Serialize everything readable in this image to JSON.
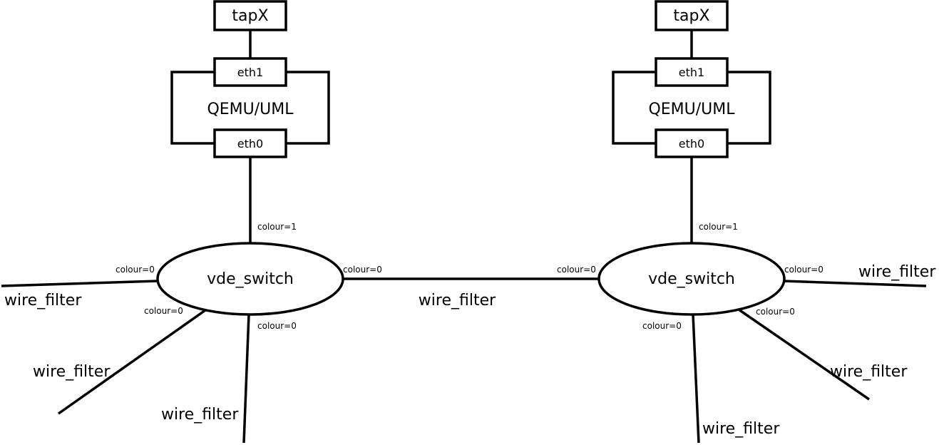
{
  "left": {
    "tap": "tapX",
    "vm": "QEMU/UML",
    "eth1": "eth1",
    "eth0": "eth0",
    "switch": "vde_switch",
    "colour_uplink": "colour=1",
    "colour_left": "colour=0",
    "colour_right": "colour=0",
    "colour_lower_left": "colour=0",
    "colour_lower": "colour=0",
    "wire_left": "wire_filter",
    "wire_lower_left": "wire_filter",
    "wire_lower": "wire_filter"
  },
  "right": {
    "tap": "tapX",
    "vm": "QEMU/UML",
    "eth1": "eth1",
    "eth0": "eth0",
    "switch": "vde_switch",
    "colour_uplink": "colour=1",
    "colour_left": "colour=0",
    "colour_right": "colour=0",
    "colour_lower_right": "colour=0",
    "colour_lower": "colour=0",
    "wire_right": "wire_filter",
    "wire_lower_right": "wire_filter",
    "wire_lower": "wire_filter"
  },
  "middle": {
    "wire": "wire_filter"
  },
  "colors": {
    "stroke": "#000000",
    "background": "#ffffff"
  }
}
